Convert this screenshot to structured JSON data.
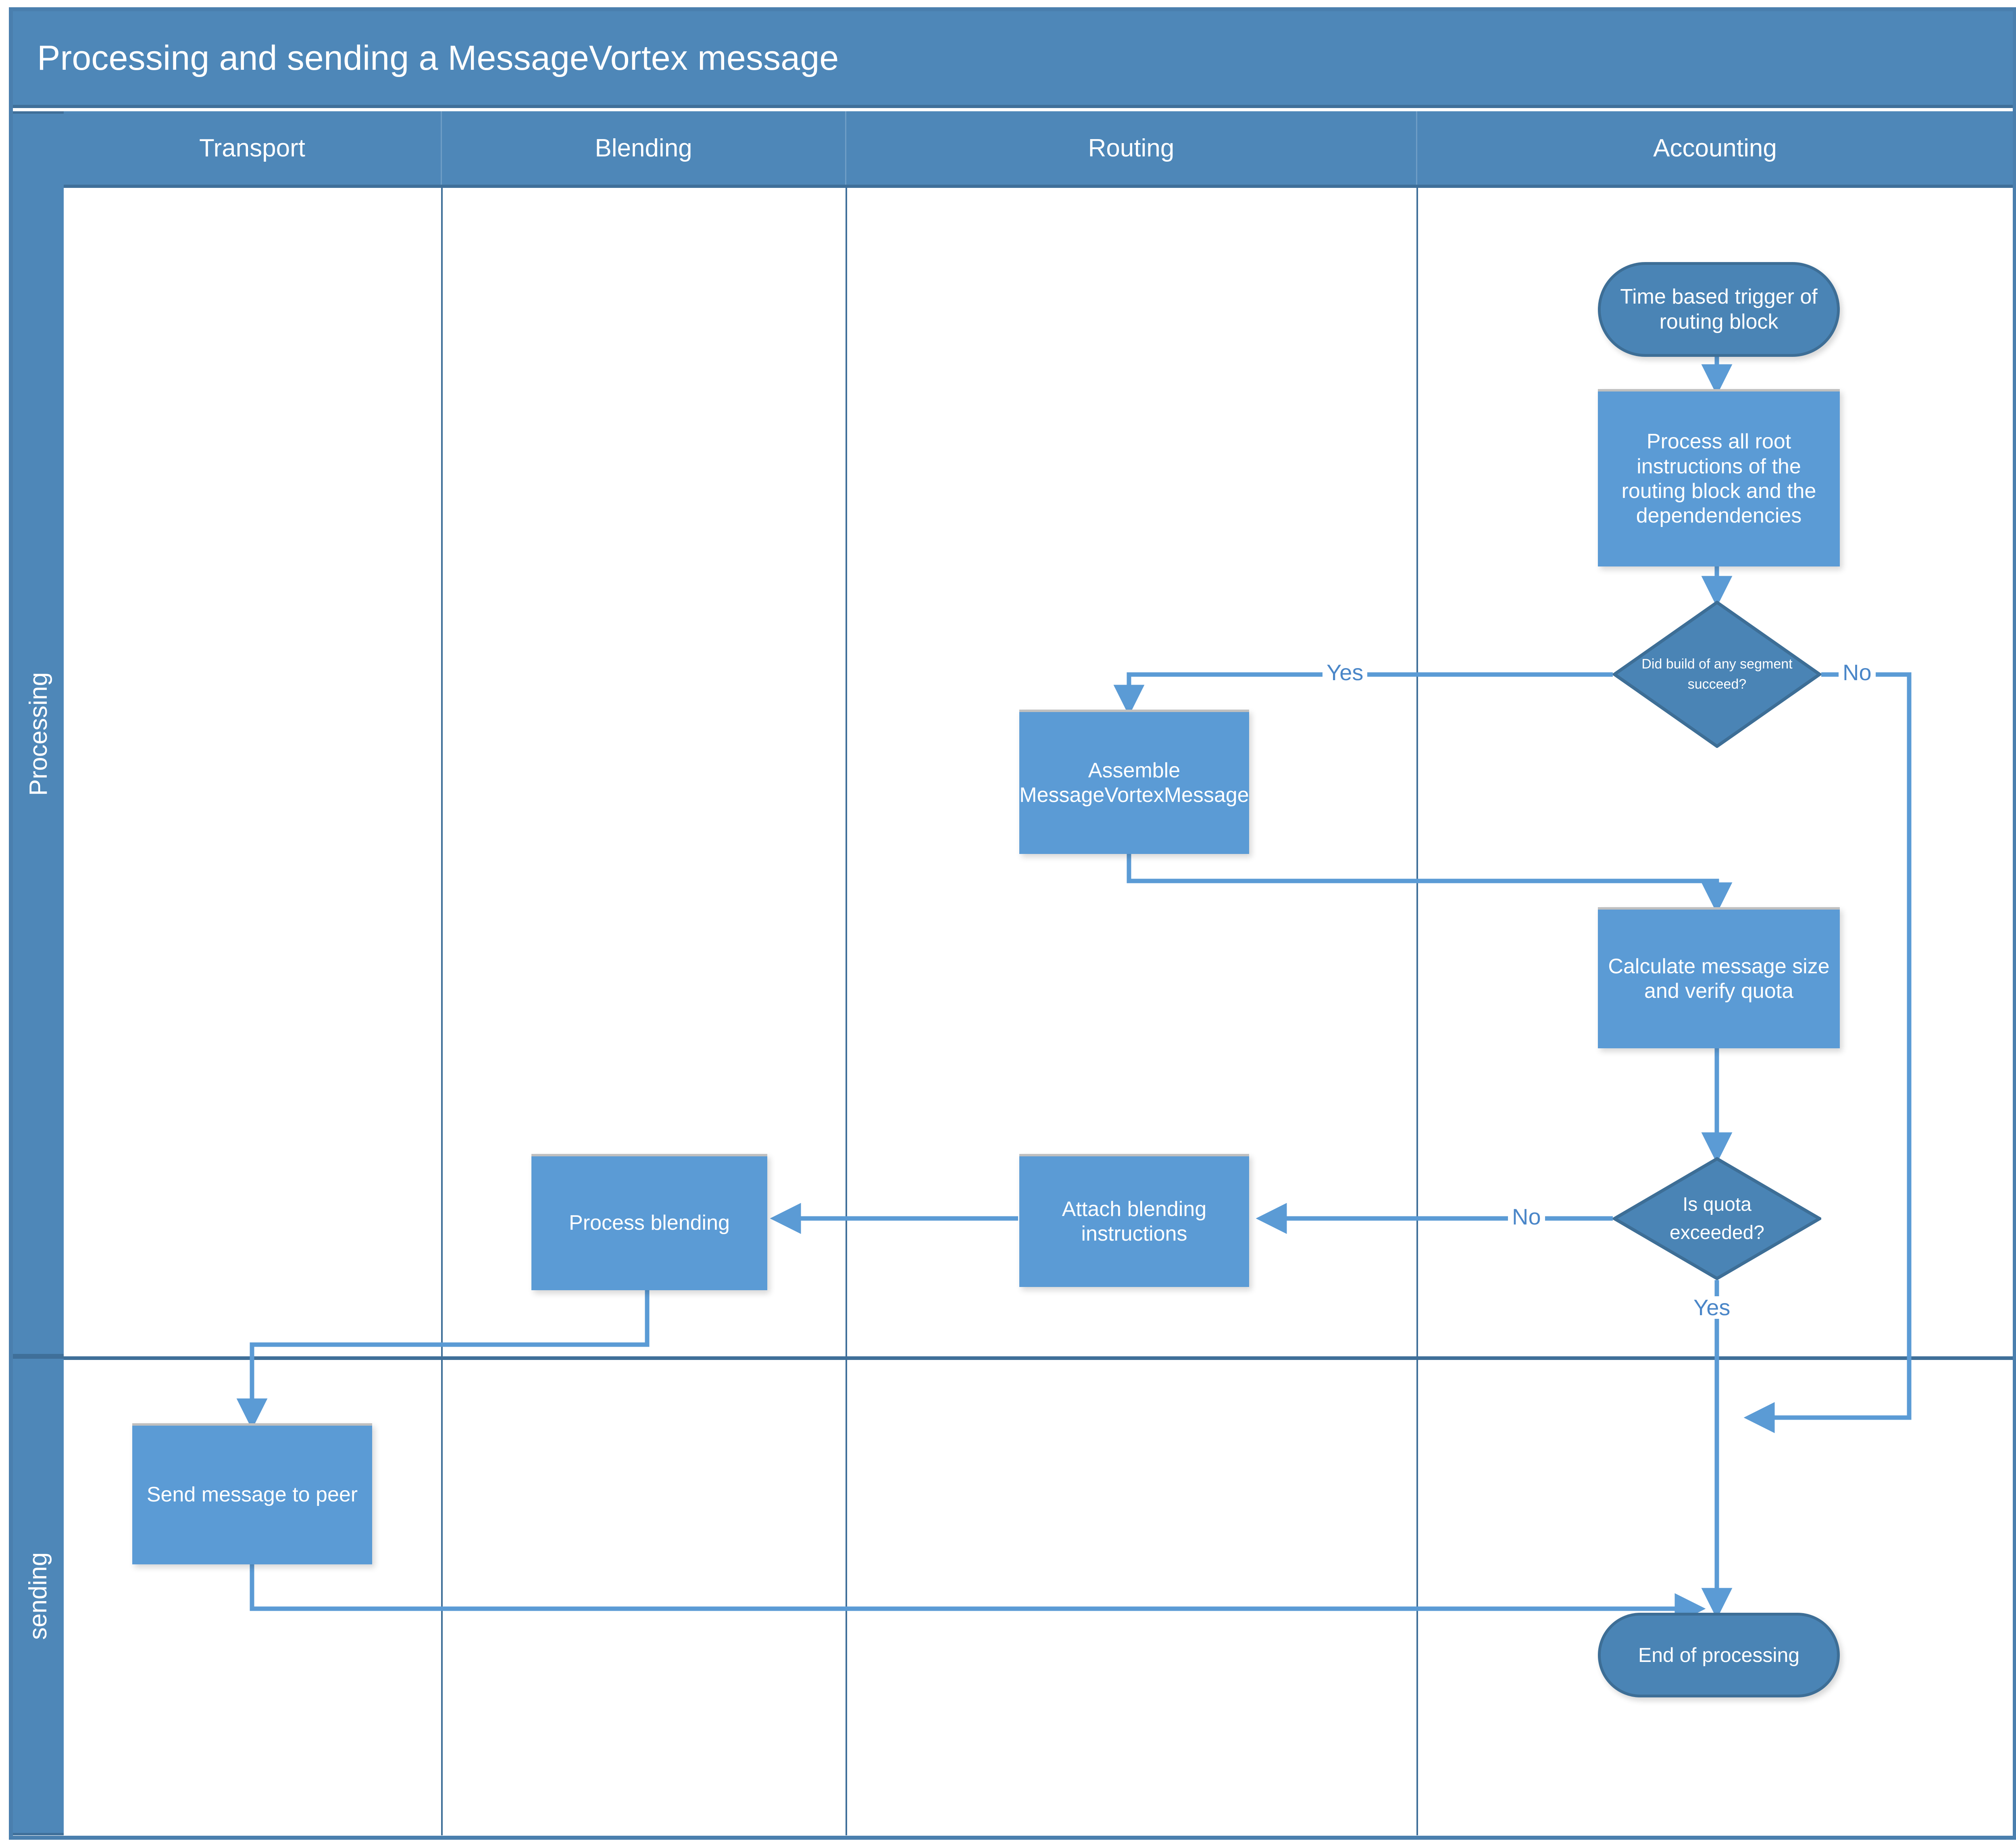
{
  "diagram": {
    "title": "Processing and sending a MessageVortex message",
    "type": "cross-functional-flowchart",
    "colors": {
      "lane_header_fill": "#4e87b8",
      "lane_border": "#3f6f99",
      "node_fill": "#5b9bd5",
      "terminator_fill": "#4a84b5",
      "terminator_border": "#3d6e96",
      "connector": "#5b9bd5",
      "edge_label_text": "#4a86c8",
      "node_text": "#ffffff",
      "canvas": "#ffffff"
    }
  },
  "column_lanes": [
    {
      "id": "transport",
      "label": "Transport"
    },
    {
      "id": "blending",
      "label": "Blending"
    },
    {
      "id": "routing",
      "label": "Routing"
    },
    {
      "id": "accounting",
      "label": "Accounting"
    }
  ],
  "row_lanes": [
    {
      "id": "processing",
      "label": "Processing"
    },
    {
      "id": "sending",
      "label": "sending"
    }
  ],
  "nodes": [
    {
      "id": "start",
      "shape": "terminator",
      "lane": "accounting",
      "row": "processing",
      "label": "Time based trigger of routing block"
    },
    {
      "id": "process-root",
      "shape": "process",
      "lane": "accounting",
      "row": "processing",
      "label": "Process all root instructions of the routing block and the dependendencies"
    },
    {
      "id": "d-build",
      "shape": "decision",
      "lane": "accounting",
      "row": "processing",
      "label": "Did build of any segment succeed?"
    },
    {
      "id": "assemble",
      "shape": "process",
      "lane": "routing",
      "row": "processing",
      "label": "Assemble MessageVortexMessage"
    },
    {
      "id": "calc-size",
      "shape": "process",
      "lane": "accounting",
      "row": "processing",
      "label": "Calculate message size and verify quota"
    },
    {
      "id": "d-quota",
      "shape": "decision",
      "lane": "accounting",
      "row": "processing",
      "label": "Is quota exceeded?"
    },
    {
      "id": "attach",
      "shape": "process",
      "lane": "routing",
      "row": "processing",
      "label": "Attach blending instructions"
    },
    {
      "id": "blend",
      "shape": "process",
      "lane": "blending",
      "row": "processing",
      "label": "Process blending"
    },
    {
      "id": "send",
      "shape": "process",
      "lane": "transport",
      "row": "sending",
      "label": "Send message to peer"
    },
    {
      "id": "end",
      "shape": "terminator",
      "lane": "accounting",
      "row": "sending",
      "label": "End of processing"
    }
  ],
  "edges": [
    {
      "from": "start",
      "to": "process-root",
      "label": ""
    },
    {
      "from": "process-root",
      "to": "d-build",
      "label": ""
    },
    {
      "from": "d-build",
      "to": "assemble",
      "label": "Yes"
    },
    {
      "from": "d-build",
      "to": "end",
      "label": "No"
    },
    {
      "from": "assemble",
      "to": "calc-size",
      "label": ""
    },
    {
      "from": "calc-size",
      "to": "d-quota",
      "label": ""
    },
    {
      "from": "d-quota",
      "to": "attach",
      "label": "No"
    },
    {
      "from": "d-quota",
      "to": "end",
      "label": "Yes"
    },
    {
      "from": "attach",
      "to": "blend",
      "label": ""
    },
    {
      "from": "blend",
      "to": "send",
      "label": ""
    },
    {
      "from": "send",
      "to": "end",
      "label": ""
    }
  ],
  "edge_labels": {
    "build_yes": "Yes",
    "build_no": "No",
    "quota_no": "No",
    "quota_yes": "Yes"
  }
}
